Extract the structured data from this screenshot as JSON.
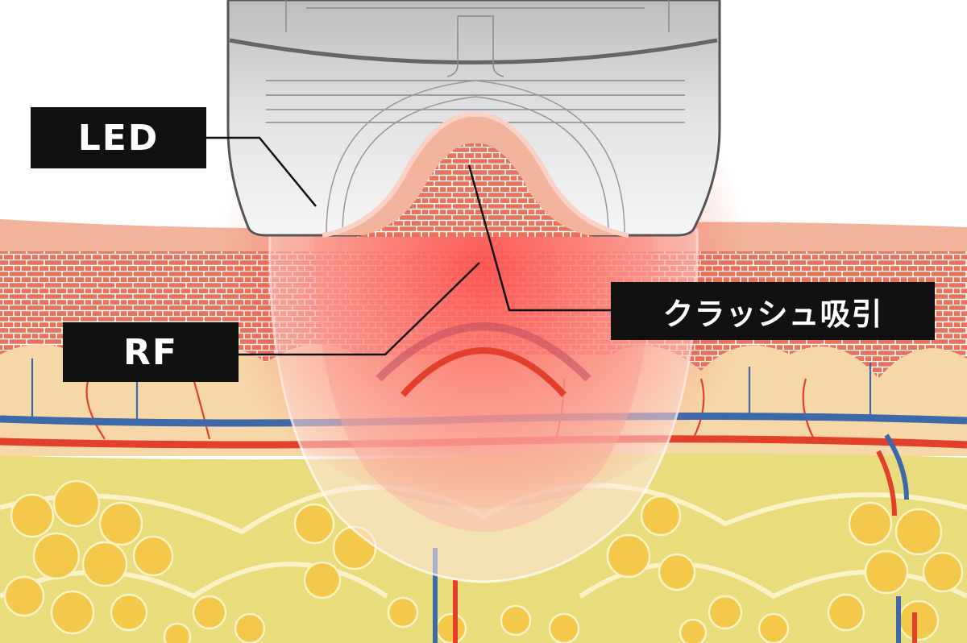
{
  "labels": {
    "led": "LED",
    "rf": "RF",
    "crush_suction": "クラッシュ吸引"
  },
  "colors": {
    "label_bg": "#111111",
    "label_text": "#ffffff",
    "skin_cell": "#e9735a",
    "dermis": "#f6d7a8",
    "fat_layer": "#e8dc7c",
    "fat_cell": "#f3c84b",
    "vein": "#3d68aa",
    "artery": "#e3402c",
    "device_body": "#cfcfd1",
    "glow": "#ff3b3b"
  },
  "icons": {
    "device": "beauty-device-head",
    "skin": "skin-cross-section"
  }
}
